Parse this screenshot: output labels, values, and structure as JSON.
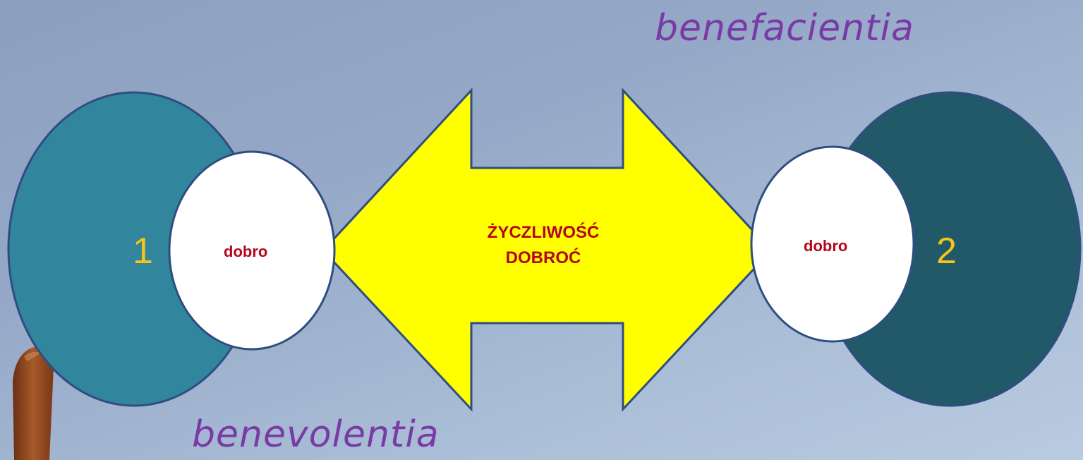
{
  "labels": {
    "top": "benefacientia",
    "bottom": "benevolentia"
  },
  "circles": {
    "left_number": "1",
    "right_number": "2",
    "left_inner": "dobro",
    "right_inner": "dobro"
  },
  "arrow": {
    "line1": "ŻYCZLIWOŚĆ",
    "line2": "DOBROĆ"
  },
  "colors": {
    "left_circle": "#31859c",
    "right_circle": "#215968",
    "arrow_fill": "#ffff00",
    "outline": "#2f4d80",
    "number_color": "#f5c518",
    "dobro_color": "#b3071b",
    "italic_label_color": "#7a3aa6"
  }
}
